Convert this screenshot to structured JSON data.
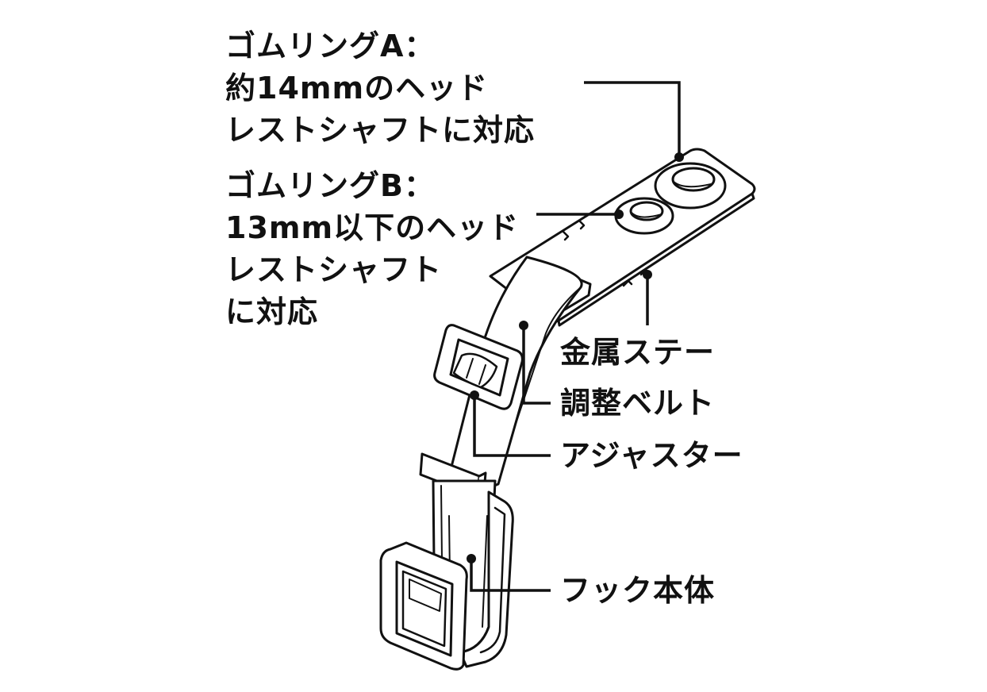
{
  "labels": {
    "ring_a": [
      "ゴムリングA：",
      "約14mmのヘッド",
      "レストシャフトに対応"
    ],
    "ring_b": [
      "ゴムリングB：",
      "13mm以下のヘッド",
      "レストシャフト",
      "に対応"
    ],
    "metal_stay": "金属ステー",
    "adjust_belt": "調整ベルト",
    "adjuster": "アジャスター",
    "hook_body": "フック本体"
  },
  "colors": {
    "line": "#111111",
    "fill": "#ffffff"
  }
}
